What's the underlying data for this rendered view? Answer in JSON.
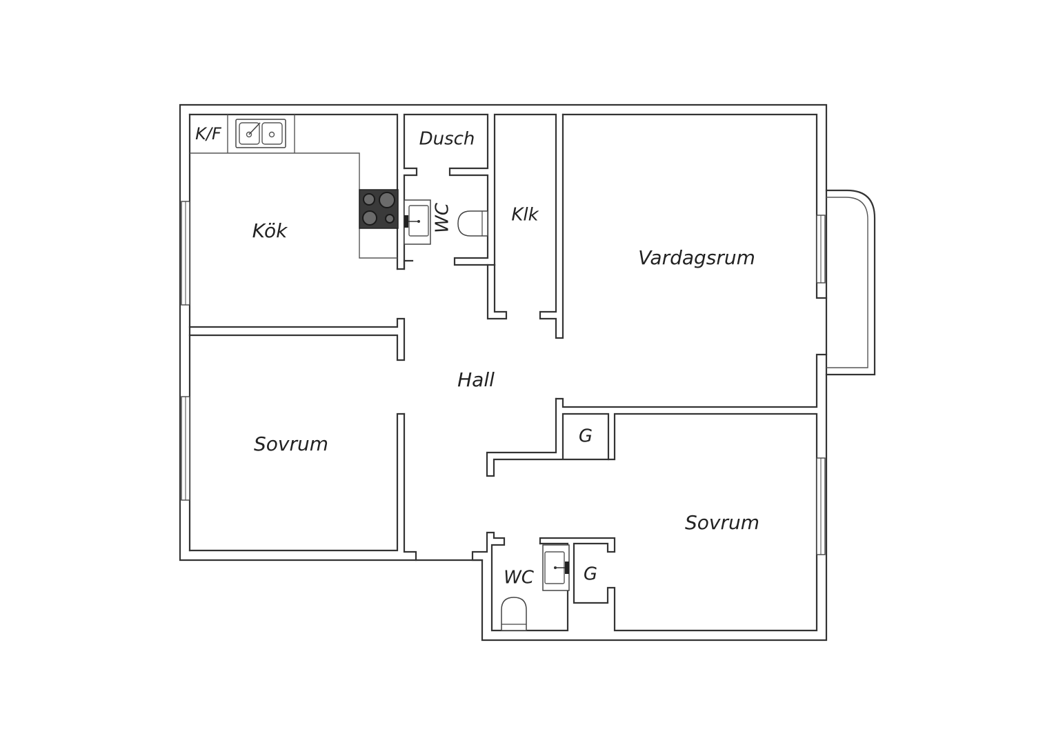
{
  "floorplan": {
    "rooms": {
      "kf": "K/F",
      "kitchen": "Kök",
      "shower": "Dusch",
      "wc_upper": "WC",
      "closet": "Klk",
      "living": "Vardagsrum",
      "hall": "Hall",
      "bedroom_left": "Sovrum",
      "bedroom_right": "Sovrum",
      "wardrobe_upper": "G",
      "wardrobe_lower": "G",
      "wc_lower": "WC"
    },
    "colors": {
      "wall": "#333333",
      "stove": "#3a3a3a",
      "background": "#ffffff"
    }
  }
}
